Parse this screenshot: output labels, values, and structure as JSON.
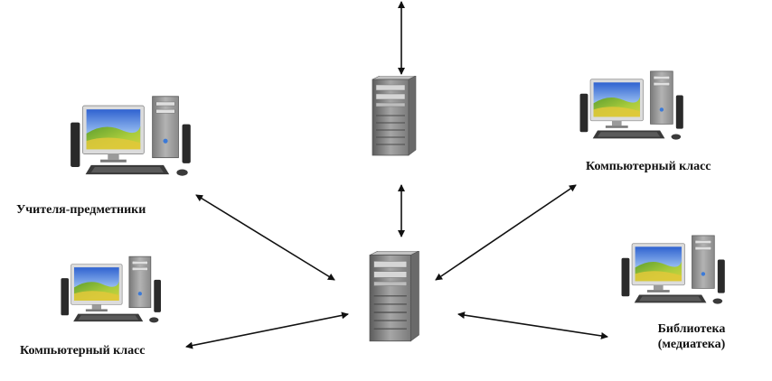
{
  "nodes": {
    "teachers": {
      "label": "Учителя-предметники",
      "icon": "desktop-computer-icon"
    },
    "computer_class_left": {
      "label": "Компьютерный класс",
      "icon": "desktop-computer-icon"
    },
    "computer_class_right": {
      "label": "Компьютерный класс",
      "icon": "desktop-computer-icon"
    },
    "library": {
      "label_line1": "Библиотека",
      "label_line2": "(медиатека)",
      "icon": "desktop-computer-icon"
    },
    "top_server": {
      "icon": "server-tower-icon"
    },
    "central_server": {
      "icon": "server-tower-icon"
    }
  },
  "colors": {
    "arrow": "#111111",
    "monitor_frame": "#d9d9d9",
    "screen_sky": "#3a72d8",
    "screen_grass": "#7fb83a",
    "case_body": "#9a9a9a",
    "case_front": "#6e6e6e",
    "speaker": "#2a2a2a"
  }
}
